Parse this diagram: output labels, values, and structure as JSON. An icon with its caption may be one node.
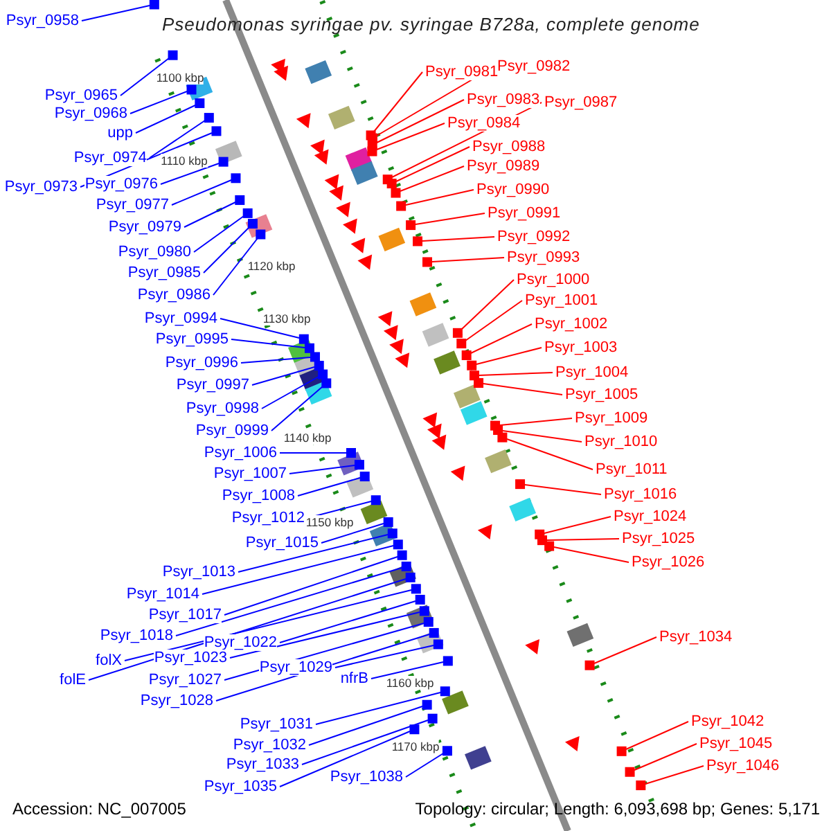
{
  "diagram": {
    "title": "Pseudomonas syringae pv. syringae B728a, complete genome",
    "nodes": [
      {
        "text": [
          "Psyr_0958"
        ]
      },
      {
        "text": [
          "Psyr_0965"
        ]
      },
      {
        "text": [
          "Psyr_0968"
        ]
      },
      {
        "text": [
          "upp"
        ]
      },
      {
        "text": [
          "Psyr_0974"
        ]
      },
      {
        "text": [
          "Psyr_0973"
        ]
      },
      {
        "text": [
          "Psyr_0976"
        ]
      },
      {
        "text": [
          "Psyr_0977"
        ]
      },
      {
        "text": [
          "Psyr_0979"
        ]
      },
      {
        "text": [
          "Psyr_0980"
        ]
      },
      {
        "text": [
          "Psyr_0985"
        ]
      },
      {
        "text": [
          "Psyr_0986"
        ]
      },
      {
        "text": [
          "Psyr_0994"
        ]
      },
      {
        "text": [
          "Psyr_0995"
        ]
      },
      {
        "text": [
          "Psyr_0996"
        ]
      },
      {
        "text": [
          "Psyr_0997"
        ]
      },
      {
        "text": [
          "Psyr_0998"
        ]
      },
      {
        "text": [
          "Psyr_0999"
        ]
      },
      {
        "text": [
          "Psyr_1006"
        ]
      },
      {
        "text": [
          "Psyr_1007"
        ]
      },
      {
        "text": [
          "Psyr_1008"
        ]
      },
      {
        "text": [
          "Psyr_1012"
        ]
      },
      {
        "text": [
          "Psyr_1015"
        ]
      },
      {
        "text": [
          "Psyr_1013"
        ]
      },
      {
        "text": [
          "Psyr_1014"
        ]
      },
      {
        "text": [
          "Psyr_1017"
        ]
      },
      {
        "text": [
          "Psyr_1018"
        ]
      },
      {
        "text": [
          "Psyr_1022"
        ]
      },
      {
        "text": [
          "folX"
        ]
      },
      {
        "text": [
          "Psyr_1023"
        ]
      },
      {
        "text": [
          "folE"
        ]
      },
      {
        "text": [
          "Psyr_1027"
        ]
      },
      {
        "text": [
          "Psyr_1029"
        ]
      },
      {
        "text": [
          "nfrB"
        ]
      },
      {
        "text": [
          "Psyr_1028"
        ]
      },
      {
        "text": [
          "Psyr_1031"
        ]
      },
      {
        "text": [
          "Psyr_1032"
        ]
      },
      {
        "text": [
          "Psyr_1033"
        ]
      },
      {
        "text": [
          "Psyr_1038"
        ]
      },
      {
        "text": [
          "Psyr_1035"
        ]
      },
      {
        "text": [
          "Psyr_0981"
        ]
      },
      {
        "text": [
          "Psyr_0982"
        ]
      },
      {
        "text": [
          "Psyr_0983"
        ]
      },
      {
        "text": [
          "Psyr_0987"
        ]
      },
      {
        "text": [
          "Psyr_0984"
        ]
      },
      {
        "text": [
          "Psyr_0988"
        ]
      },
      {
        "text": [
          "Psyr_0989"
        ]
      },
      {
        "text": [
          "Psyr_0990"
        ]
      },
      {
        "text": [
          "Psyr_0991"
        ]
      },
      {
        "text": [
          "Psyr_0992"
        ]
      },
      {
        "text": [
          "Psyr_0993"
        ]
      },
      {
        "text": [
          "Psyr_1000"
        ]
      },
      {
        "text": [
          "Psyr_1001"
        ]
      },
      {
        "text": [
          "Psyr_1002"
        ]
      },
      {
        "text": [
          "Psyr_1003"
        ]
      },
      {
        "text": [
          "Psyr_1004"
        ]
      },
      {
        "text": [
          "Psyr_1005"
        ]
      },
      {
        "text": [
          "Psyr_1009"
        ]
      },
      {
        "text": [
          "Psyr_1010"
        ]
      },
      {
        "text": [
          "Psyr_1011"
        ]
      },
      {
        "text": [
          "Psyr_1016"
        ]
      },
      {
        "text": [
          "Psyr_1024"
        ]
      },
      {
        "text": [
          "Psyr_1025"
        ]
      },
      {
        "text": [
          "Psyr_1026"
        ]
      },
      {
        "text": [
          "Psyr_1034"
        ]
      },
      {
        "text": [
          "Psyr_1042"
        ]
      },
      {
        "text": [
          "Psyr_1045"
        ]
      },
      {
        "text": [
          "Psyr_1046"
        ]
      },
      {
        "text": [],
        "shape": "box"
      },
      {
        "text": [],
        "shape": "box"
      },
      {
        "text": [],
        "shape": "box"
      },
      {
        "text": [],
        "shape": "box"
      },
      {
        "text": [],
        "shape": "box"
      },
      {
        "text": [],
        "shape": "box"
      },
      {
        "text": [],
        "shape": "box"
      },
      {
        "text": [],
        "shape": "box"
      },
      {
        "text": [],
        "shape": "box"
      },
      {
        "text": [],
        "shape": "box"
      },
      {
        "text": [],
        "shape": "box"
      },
      {
        "text": [],
        "shape": "box"
      },
      {
        "text": [],
        "shape": "box"
      },
      {
        "text": [],
        "shape": "box"
      },
      {
        "text": [],
        "shape": "box"
      },
      {
        "text": [],
        "shape": "box"
      },
      {
        "text": [],
        "shape": "box"
      },
      {
        "text": [],
        "shape": "box"
      },
      {
        "text": [],
        "shape": "box"
      },
      {
        "text": [],
        "shape": "box"
      },
      {
        "text": [],
        "shape": "box"
      },
      {
        "text": [],
        "shape": "box"
      },
      {
        "text": [],
        "shape": "box"
      },
      {
        "text": [],
        "shape": "box"
      },
      {
        "text": [],
        "shape": "box"
      },
      {
        "text": [],
        "shape": "box"
      },
      {
        "text": [],
        "shape": "box"
      },
      {
        "text": [],
        "shape": "box"
      },
      {
        "text": [],
        "shape": "box"
      },
      {
        "text": [],
        "shape": "box"
      },
      {
        "text": [],
        "shape": "box"
      },
      {
        "text": [],
        "shape": "box"
      },
      {
        "text": [],
        "shape": "box"
      },
      {
        "text": [],
        "shape": "box"
      },
      {
        "text": [],
        "shape": "box"
      },
      {
        "text": [],
        "shape": "box"
      },
      {
        "text": [],
        "shape": "box"
      },
      {
        "text": [],
        "shape": "box"
      },
      {
        "text": [],
        "shape": "box"
      },
      {
        "text": [],
        "shape": "box"
      },
      {
        "text": [],
        "shape": "box"
      },
      {
        "text": [],
        "shape": "box"
      },
      {
        "text": [],
        "shape": "box"
      },
      {
        "text": [],
        "shape": "box"
      },
      {
        "text": [],
        "shape": "box"
      },
      {
        "text": [],
        "shape": "box"
      },
      {
        "text": [],
        "shape": "box"
      },
      {
        "text": [],
        "shape": "box"
      },
      {
        "text": [],
        "shape": "box"
      },
      {
        "text": [],
        "shape": "box"
      },
      {
        "text": [],
        "shape": "box"
      },
      {
        "text": [],
        "shape": "box"
      },
      {
        "text": [],
        "shape": "box"
      },
      {
        "text": [],
        "shape": "box"
      },
      {
        "text": [],
        "shape": "box"
      },
      {
        "text": [],
        "shape": "box"
      },
      {
        "text": [],
        "shape": "box"
      },
      {
        "text": [],
        "shape": "box"
      },
      {
        "text": [],
        "shape": "box"
      },
      {
        "text": [],
        "shape": "box"
      },
      {
        "text": [],
        "shape": "box"
      },
      {
        "text": [],
        "shape": "box"
      },
      {
        "text": [],
        "shape": "box"
      },
      {
        "text": [],
        "shape": "box"
      },
      {
        "text": [],
        "shape": "box"
      },
      {
        "text": [],
        "shape": "box"
      },
      {
        "text": [],
        "shape": "box"
      },
      {
        "text": [],
        "shape": "box"
      }
    ],
    "edges": [
      {
        "from": 0,
        "to": 68,
        "arrow": "none"
      },
      {
        "from": 1,
        "to": 69,
        "arrow": "none"
      },
      {
        "from": 2,
        "to": 70,
        "arrow": "none"
      },
      {
        "from": 3,
        "to": 71,
        "arrow": "none"
      },
      {
        "from": 4,
        "to": 72,
        "arrow": "none"
      },
      {
        "from": 5,
        "to": 73,
        "arrow": "none"
      },
      {
        "from": 6,
        "to": 74,
        "arrow": "none"
      },
      {
        "from": 7,
        "to": 75,
        "arrow": "none"
      },
      {
        "from": 8,
        "to": 76,
        "arrow": "none"
      },
      {
        "from": 9,
        "to": 77,
        "arrow": "none"
      },
      {
        "from": 10,
        "to": 78,
        "arrow": "none"
      },
      {
        "from": 11,
        "to": 79,
        "arrow": "none"
      },
      {
        "from": 12,
        "to": 80,
        "arrow": "none"
      },
      {
        "from": 13,
        "to": 81,
        "arrow": "none"
      },
      {
        "from": 14,
        "to": 82,
        "arrow": "none"
      },
      {
        "from": 15,
        "to": 83,
        "arrow": "none"
      },
      {
        "from": 16,
        "to": 84,
        "arrow": "none"
      },
      {
        "from": 17,
        "to": 85,
        "arrow": "none"
      },
      {
        "from": 18,
        "to": 86,
        "arrow": "none"
      },
      {
        "from": 19,
        "to": 87,
        "arrow": "none"
      },
      {
        "from": 20,
        "to": 88,
        "arrow": "none"
      },
      {
        "from": 21,
        "to": 89,
        "arrow": "none"
      },
      {
        "from": 22,
        "to": 90,
        "arrow": "none"
      },
      {
        "from": 23,
        "to": 91,
        "arrow": "none"
      },
      {
        "from": 24,
        "to": 92,
        "arrow": "none"
      },
      {
        "from": 25,
        "to": 93,
        "arrow": "none"
      },
      {
        "from": 26,
        "to": 94,
        "arrow": "none"
      },
      {
        "from": 27,
        "to": 95,
        "arrow": "none"
      },
      {
        "from": 28,
        "to": 96,
        "arrow": "none"
      },
      {
        "from": 29,
        "to": 97,
        "arrow": "none"
      },
      {
        "from": 30,
        "to": 98,
        "arrow": "none"
      },
      {
        "from": 31,
        "to": 99,
        "arrow": "none"
      },
      {
        "from": 32,
        "to": 100,
        "arrow": "none"
      },
      {
        "from": 33,
        "to": 101,
        "arrow": "none"
      },
      {
        "from": 34,
        "to": 102,
        "arrow": "none"
      },
      {
        "from": 35,
        "to": 103,
        "arrow": "none"
      },
      {
        "from": 36,
        "to": 104,
        "arrow": "none"
      },
      {
        "from": 37,
        "to": 105,
        "arrow": "none"
      },
      {
        "from": 38,
        "to": 106,
        "arrow": "none"
      },
      {
        "from": 39,
        "to": 107,
        "arrow": "none"
      },
      {
        "from": 40,
        "to": 108,
        "arrow": "none",
        "color": "#ff0000"
      },
      {
        "from": 41,
        "to": 109,
        "arrow": "none",
        "color": "#ff0000"
      },
      {
        "from": 42,
        "to": 110,
        "arrow": "none",
        "color": "#ff0000"
      },
      {
        "from": 43,
        "to": 111,
        "arrow": "none",
        "color": "#ff0000"
      },
      {
        "from": 44,
        "to": 112,
        "arrow": "none",
        "color": "#ff0000"
      },
      {
        "from": 45,
        "to": 113,
        "arrow": "none",
        "color": "#ff0000"
      },
      {
        "from": 46,
        "to": 114,
        "arrow": "none",
        "color": "#ff0000"
      },
      {
        "from": 47,
        "to": 115,
        "arrow": "none",
        "color": "#ff0000"
      },
      {
        "from": 48,
        "to": 116,
        "arrow": "none",
        "color": "#ff0000"
      },
      {
        "from": 49,
        "to": 117,
        "arrow": "none",
        "color": "#ff0000"
      },
      {
        "from": 50,
        "to": 118,
        "arrow": "none",
        "color": "#ff0000"
      },
      {
        "from": 51,
        "to": 119,
        "arrow": "none",
        "color": "#ff0000"
      },
      {
        "from": 52,
        "to": 120,
        "arrow": "none",
        "color": "#ff0000"
      },
      {
        "from": 53,
        "to": 121,
        "arrow": "none",
        "color": "#ff0000"
      },
      {
        "from": 54,
        "to": 122,
        "arrow": "none",
        "color": "#ff0000"
      },
      {
        "from": 55,
        "to": 123,
        "arrow": "none",
        "color": "#ff0000"
      },
      {
        "from": 56,
        "to": 124,
        "arrow": "none",
        "color": "#ff0000"
      },
      {
        "from": 57,
        "to": 125,
        "arrow": "none",
        "color": "#ff0000"
      },
      {
        "from": 58,
        "to": 126,
        "arrow": "none",
        "color": "#ff0000"
      },
      {
        "from": 59,
        "to": 127,
        "arrow": "none",
        "color": "#ff0000"
      },
      {
        "from": 60,
        "to": 128,
        "arrow": "none",
        "color": "#ff0000"
      },
      {
        "from": 61,
        "to": 129,
        "arrow": "none",
        "color": "#ff0000"
      },
      {
        "from": 62,
        "to": 130,
        "arrow": "none",
        "color": "#ff0000"
      },
      {
        "from": 63,
        "to": 131,
        "arrow": "none",
        "color": "#ff0000"
      },
      {
        "from": 64,
        "to": 132,
        "arrow": "none",
        "color": "#ff0000"
      },
      {
        "from": 65,
        "to": 133,
        "arrow": "none",
        "color": "#ff0000"
      },
      {
        "from": 66,
        "to": 134,
        "arrow": "none",
        "color": "#ff0000"
      },
      {
        "from": 67,
        "to": 135,
        "arrow": "none",
        "color": "#ff0000"
      }
    ],
    "labels": [
      "1100 kbp",
      "1110 kbp",
      "1120 kbp",
      "1130 kbp",
      "1140 kbp",
      "1150 kbp",
      "1160 kbp",
      "1170 kbp",
      "Accession: NC_007005",
      "Topology: circular; Length: 6,093,698 bp; Genes: 5,171"
    ]
  }
}
